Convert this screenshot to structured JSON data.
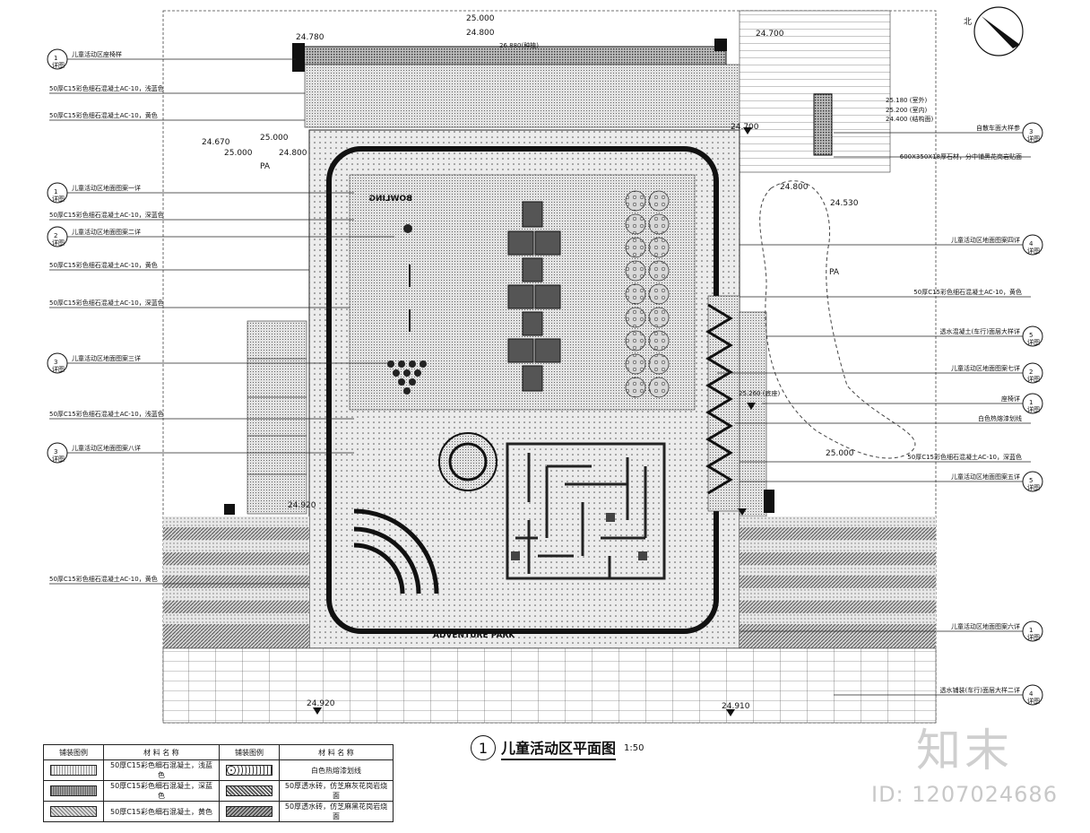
{
  "drawing": {
    "title_number": "1",
    "title": "儿童活动区平面图",
    "scale": "1:50",
    "north_label": "北",
    "park_text_top": "BOWLING",
    "park_text_bottom": "ADVENTURE PARK",
    "area_label": "PA"
  },
  "elevations": {
    "e1": "25.000",
    "e2": "24.800",
    "e3": "24.780",
    "e4": "26.880(种植)",
    "e5": "24.700",
    "e6": "25.180 (室外)",
    "e7": "25.200 (室内)",
    "e8": "24.400 (结构面)",
    "e9": "24.700",
    "e10": "24.670",
    "e11": "25.000",
    "e12": "25.000",
    "e13": "24.800",
    "e14": "24.800",
    "e15": "24.530",
    "e16": "25.260 (底座)",
    "e17": "25.000",
    "e18": "24.920",
    "e19": "24.920",
    "e20": "24.910"
  },
  "left_callouts": [
    {
      "num": "1",
      "ref": "详图",
      "text": "儿童活动区座椅样"
    },
    {
      "text": "50厚C15彩色细石混凝土AC-10，浅蓝色"
    },
    {
      "text": "50厚C15彩色细石混凝土AC-10，黄色"
    },
    {
      "num": "1",
      "ref": "详图",
      "text": "儿童活动区地面图案一详"
    },
    {
      "text": "50厚C15彩色细石混凝土AC-10，深蓝色"
    },
    {
      "num": "2",
      "ref": "详图",
      "text": "儿童活动区地面图案二详"
    },
    {
      "text": "50厚C15彩色细石混凝土AC-10，黄色"
    },
    {
      "text": "50厚C15彩色细石混凝土AC-10，深蓝色"
    },
    {
      "num": "3",
      "ref": "详图",
      "text": "儿童活动区地面图案三详"
    },
    {
      "text": "50厚C15彩色细石混凝土AC-10，浅蓝色"
    },
    {
      "num": "3",
      "ref": "详图",
      "text": "儿童活动区地面图案八详"
    },
    {
      "text": "50厚C15彩色细石混凝土AC-10，黄色"
    }
  ],
  "right_callouts": [
    {
      "num": "3",
      "ref": "详图",
      "text": "自散车面大样参"
    },
    {
      "text": "600X350X18厚石材，分中铺黑花岗岩贴面"
    },
    {
      "num": "4",
      "ref": "详图",
      "text": "儿童活动区地面图案四详"
    },
    {
      "text": "50厚C15彩色细石混凝土AC-10，黄色"
    },
    {
      "num": "5",
      "ref": "详图",
      "text": "透水混凝土(车行)面层大样详"
    },
    {
      "num": "2",
      "ref": "详图",
      "text": "儿童活动区地面图案七详"
    },
    {
      "num": "1",
      "ref": "详图",
      "text": "座椅详"
    },
    {
      "text": "白色热熔漆划线"
    },
    {
      "text": "50厚C15彩色细石混凝土AC-10，深蓝色"
    },
    {
      "num": "5",
      "ref": "详图",
      "text": "儿童活动区地面图案五详"
    },
    {
      "num": "1",
      "ref": "详图",
      "text": "儿童活动区地面图案六详"
    },
    {
      "num": "4",
      "ref": "详图",
      "text": "透水铺装(车行)面层大样二详"
    }
  ],
  "legend": {
    "header": {
      "col1": "铺装图例",
      "col2": "材 料 名 称",
      "col3": "铺装图例",
      "col4": "材 料 名 称"
    },
    "rows": [
      {
        "left": "50厚C15彩色细石混凝土，浅蓝色",
        "right": "白色热熔漆划线"
      },
      {
        "left": "50厚C15彩色细石混凝土，深蓝色",
        "right": "50厚透水砖，仿芝麻灰花岗岩烧面"
      },
      {
        "left": "50厚C15彩色细石混凝土，黄色",
        "right": "50厚透水砖，仿芝麻黑花岗岩烧面"
      }
    ]
  },
  "watermark": {
    "brand": "知末",
    "id": "ID: 1207024686"
  }
}
